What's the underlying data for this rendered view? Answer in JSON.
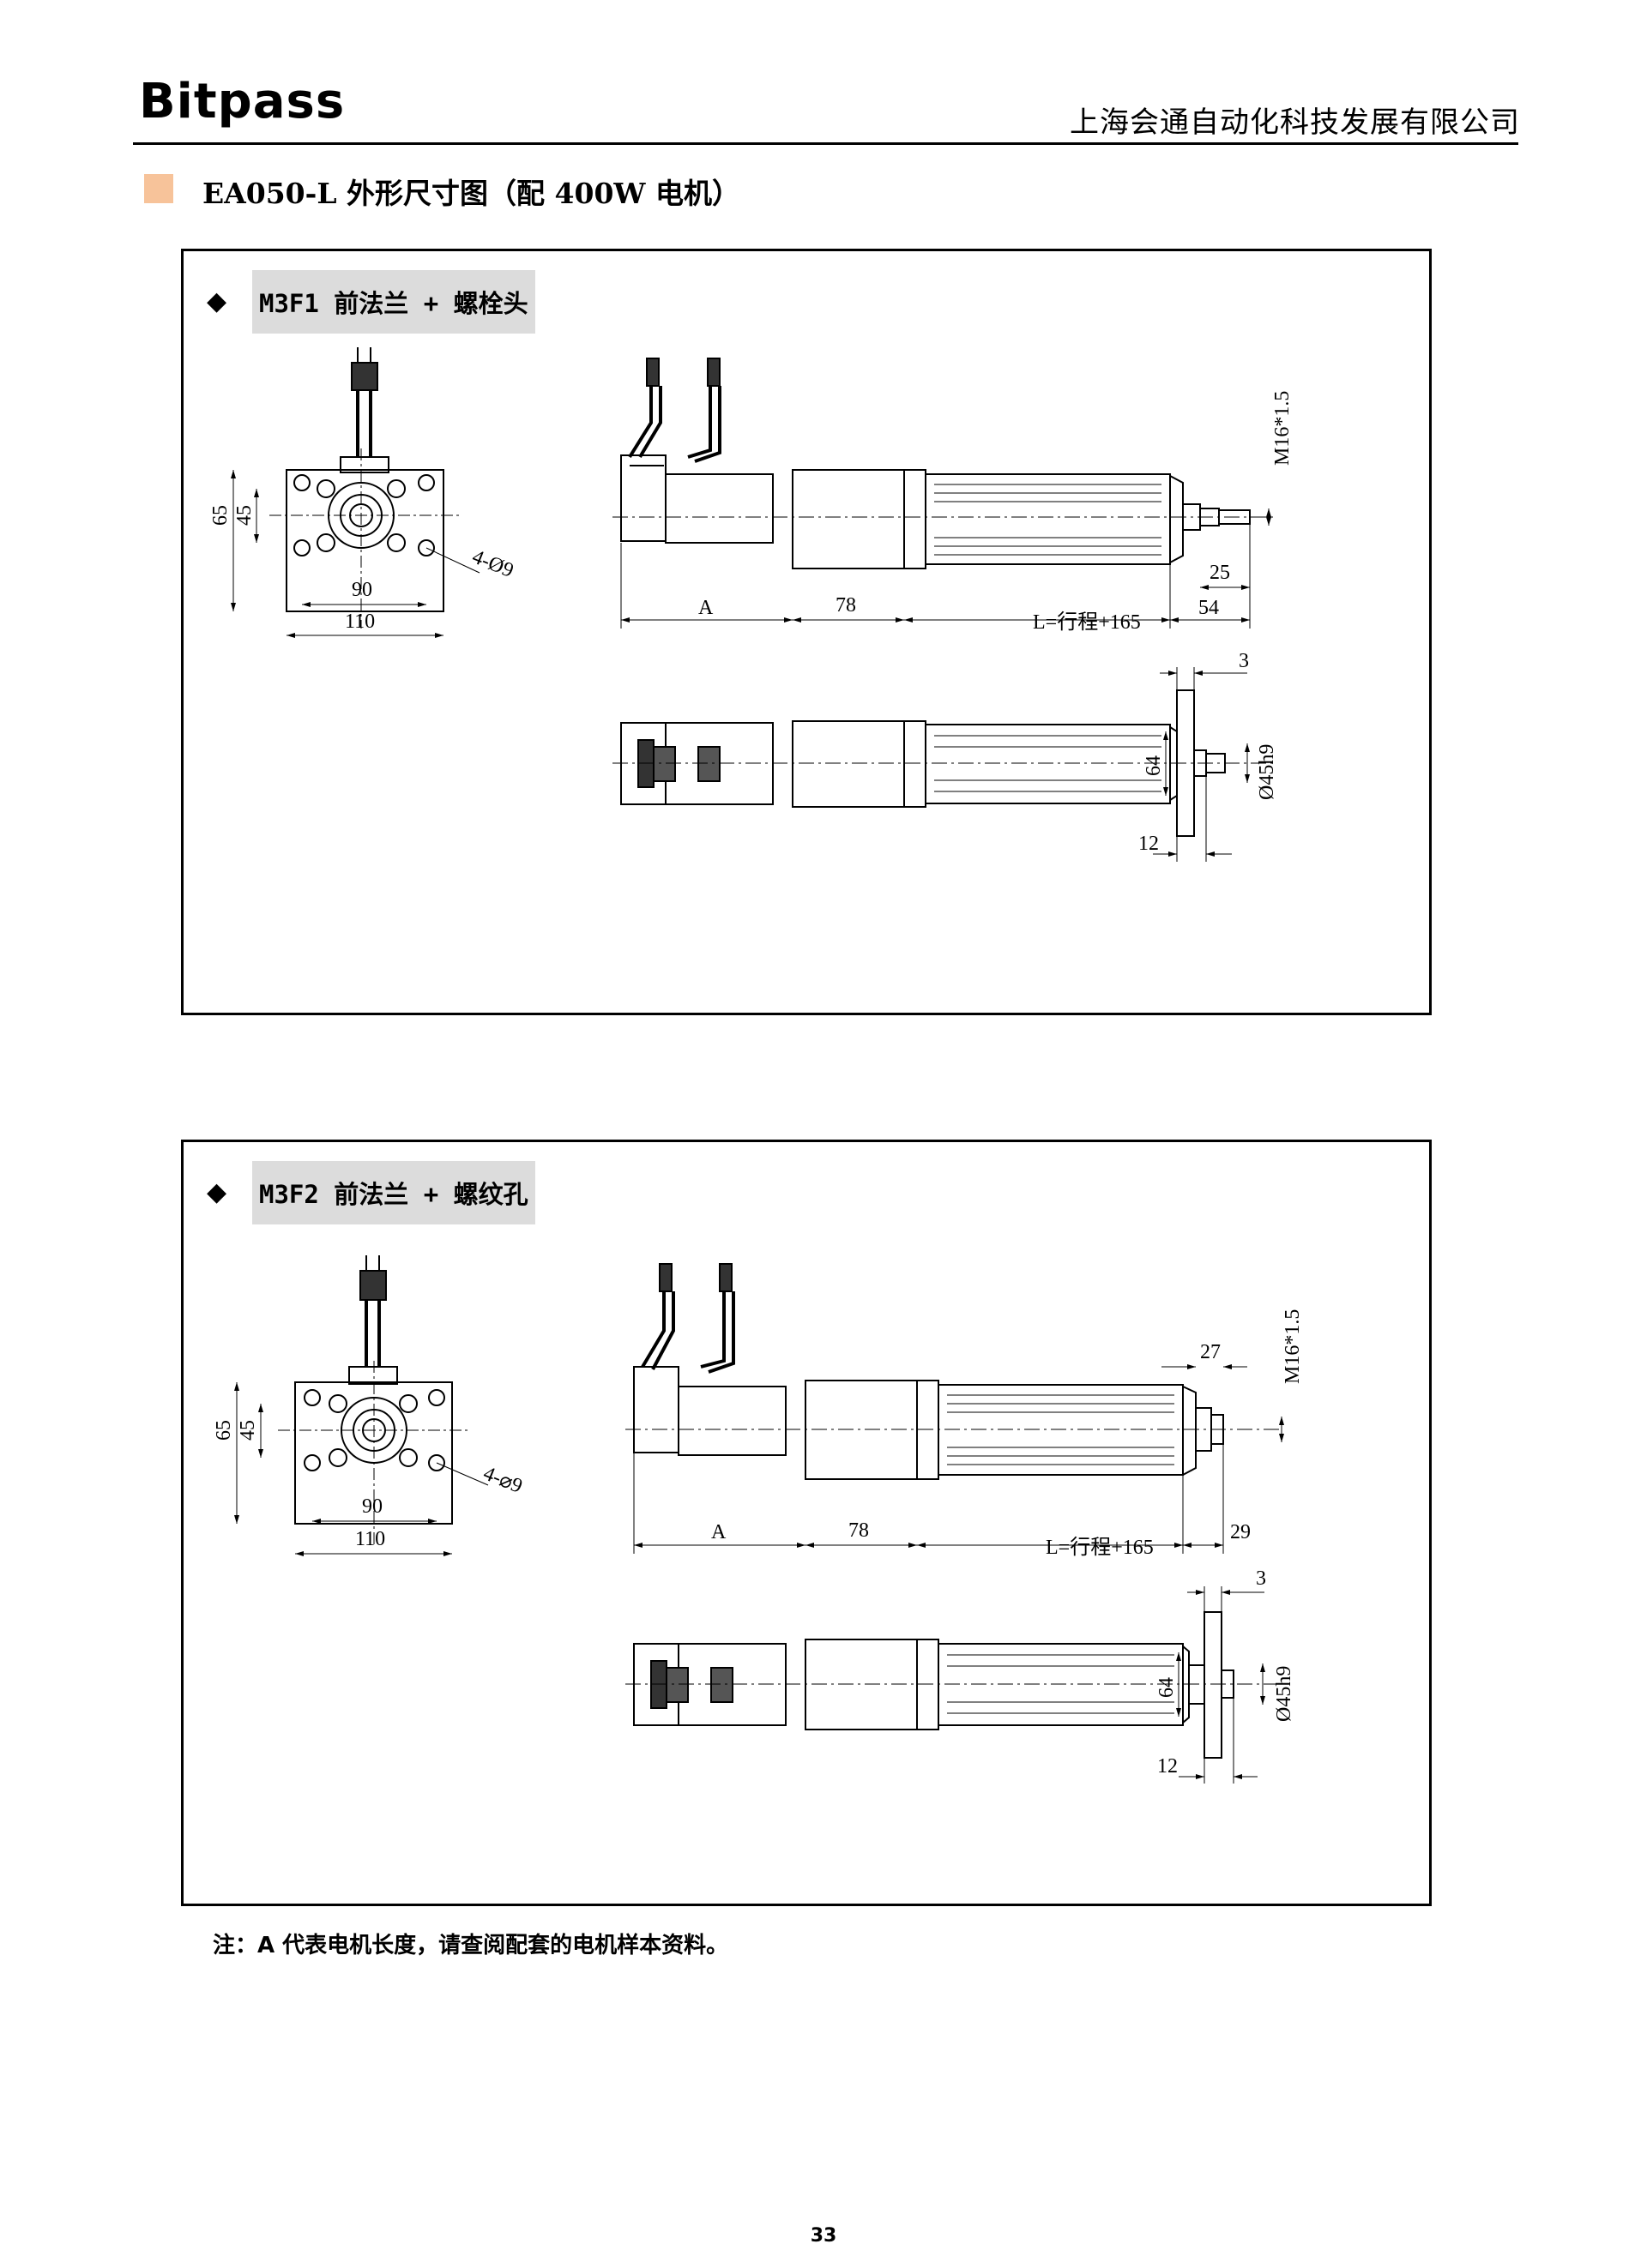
{
  "header": {
    "logo": "Bitpass",
    "company": "上海会通自动化科技发展有限公司"
  },
  "section": {
    "title": "EA050-L 外形尺寸图（配 400W 电机）"
  },
  "panels": [
    {
      "label": "M3F1  前法兰 + 螺栓头",
      "dims": {
        "h65": "65",
        "h45": "45",
        "w90": "90",
        "w110": "110",
        "holes": "4-Ø9",
        "A": "A",
        "d78": "78",
        "L": "L=行程+165",
        "d54": "54",
        "d25": "25",
        "thread": "M16*1.5",
        "d3": "3",
        "d64": "64",
        "dia45": "Ø45h9",
        "d12": "12"
      }
    },
    {
      "label": "M3F2  前法兰 + 螺纹孔",
      "dims": {
        "h65": "65",
        "h45": "45",
        "w90": "90",
        "w110": "110",
        "holes": "4-⌀9",
        "A": "A",
        "d78": "78",
        "L": "L=行程+165",
        "d29": "29",
        "d27": "27",
        "thread": "M16*1.5",
        "d3": "3",
        "d64": "64",
        "dia45": "Ø45h9",
        "d12": "12"
      }
    }
  ],
  "note": "注：A 代表电机长度，请查阅配套的电机样本资料。",
  "page_number": "33",
  "colors": {
    "section_marker": "#f7c39a",
    "label_background": "#dcdcdc"
  },
  "icons": {
    "bullet": "diamond-icon"
  }
}
